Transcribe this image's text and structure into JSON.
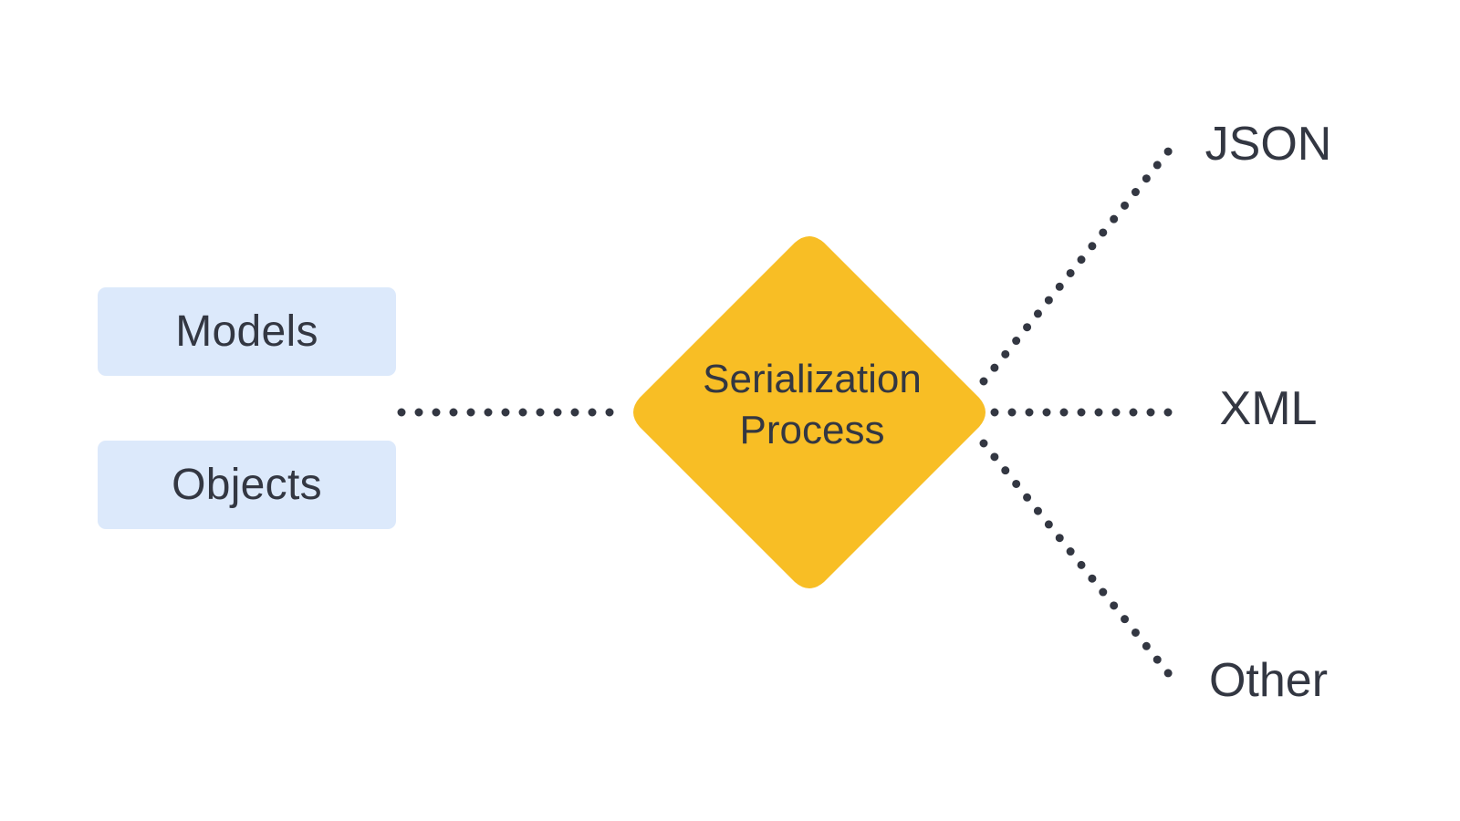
{
  "diagram": {
    "inputs": [
      {
        "label": "Models"
      },
      {
        "label": "Objects"
      }
    ],
    "process": {
      "line1": "Serialization",
      "line2": "Process"
    },
    "outputs": [
      {
        "label": "JSON"
      },
      {
        "label": "XML"
      },
      {
        "label": "Other"
      }
    ]
  },
  "colors": {
    "input_fill": "#dce9fb",
    "process_fill": "#f8be25",
    "connector": "#333742",
    "text": "#333742"
  }
}
